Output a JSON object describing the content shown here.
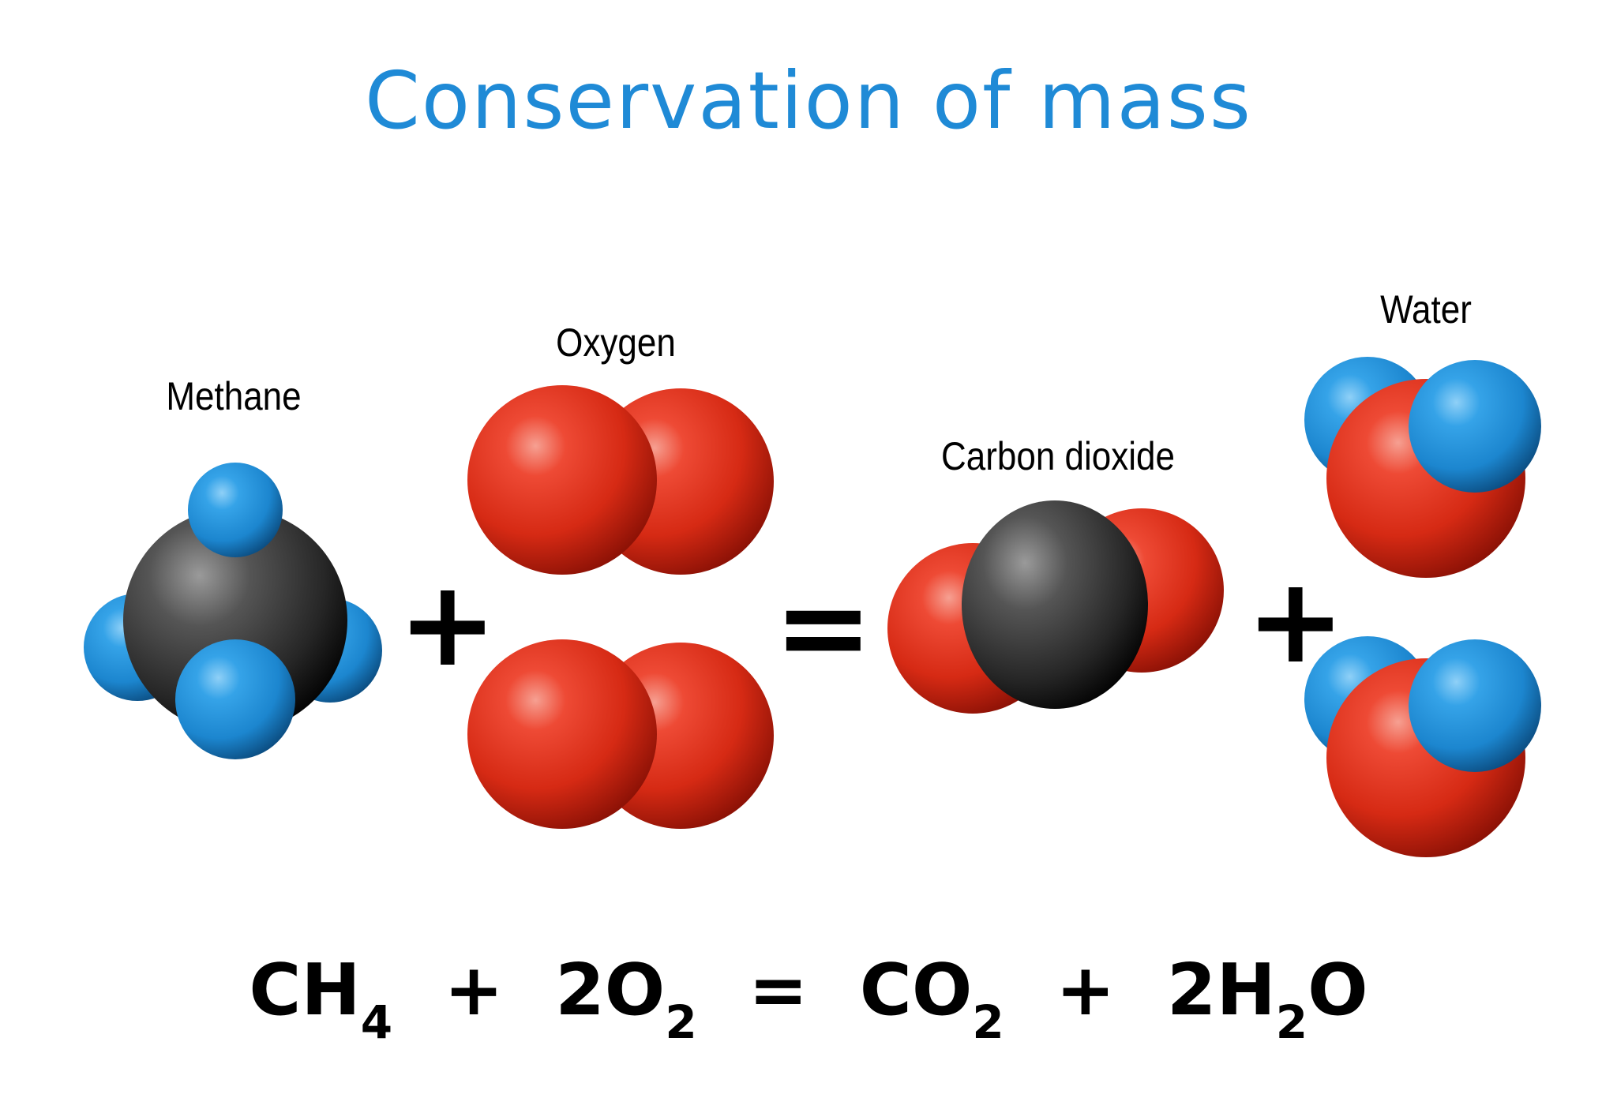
{
  "title": "Conservation of mass",
  "labels": {
    "methane": "Methane",
    "oxygen": "Oxygen",
    "carbon_dioxide": "Carbon dioxide",
    "water": "Water"
  },
  "operators": {
    "plus": "+",
    "equals": "="
  },
  "equation": {
    "ch4": {
      "main": "CH",
      "sub": "4"
    },
    "plus_1": "+",
    "o2": {
      "main": "2O",
      "sub": "2"
    },
    "equals": "=",
    "co2": {
      "main": "CO",
      "sub": "2"
    },
    "plus_2": "+",
    "h2o": {
      "main": "2H",
      "sub": "2",
      "tail": "O"
    }
  },
  "colors": {
    "title": "#1f8ad6",
    "oxygen_atom": "#e0321e",
    "hydrogen_atom": "#2a8fd8",
    "carbon_atom": "#3c3c3c"
  }
}
